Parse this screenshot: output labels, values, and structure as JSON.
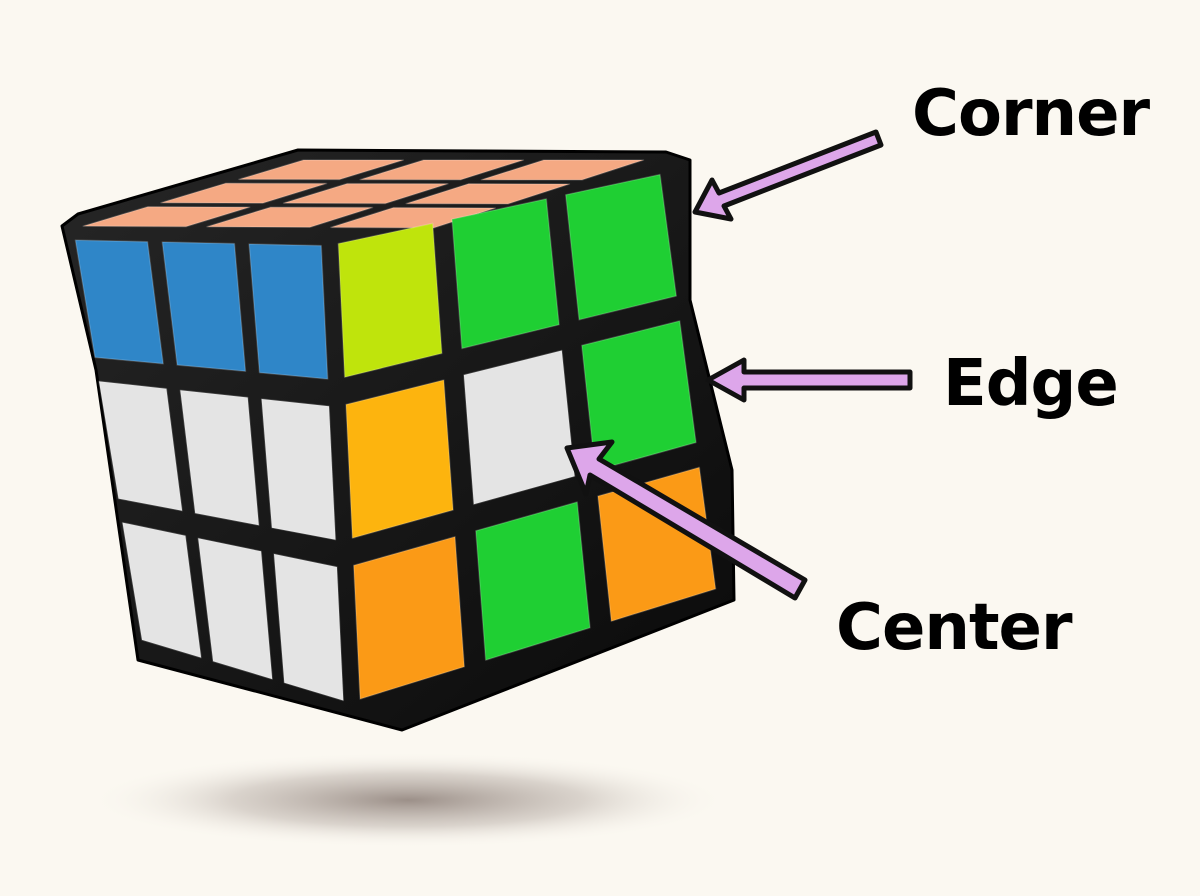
{
  "labels": {
    "corner": "Corner",
    "edge": "Edge",
    "center": "Center"
  },
  "faces": {
    "top": {
      "grid": [
        "peach",
        "peach",
        "peach",
        "peach",
        "peach",
        "peach",
        "peach",
        "peach",
        "peach"
      ]
    },
    "left": {
      "grid": [
        "blue",
        "blue",
        "blue",
        "white",
        "white",
        "white",
        "white",
        "white",
        "white"
      ]
    },
    "front": {
      "grid": [
        "lime",
        "green",
        "green",
        "orange",
        "white",
        "green",
        "orange",
        "green",
        "orange"
      ]
    }
  },
  "colors": {
    "peach": "#f5a983",
    "blue": "#2f86c8",
    "white": "#e4e4e4",
    "lime": "#bfe40c",
    "green": "#1fcf33",
    "orange": "#fb9a16",
    "amber": "#fdb40e",
    "body": "#141414",
    "arrow_fill": "#dda6ea",
    "arrow_stroke": "#111111",
    "shadow": "#7c6d66"
  },
  "icons": {
    "corner_arrow": "arrow-left-icon",
    "edge_arrow": "arrow-left-icon",
    "center_arrow": "arrow-up-left-icon"
  }
}
